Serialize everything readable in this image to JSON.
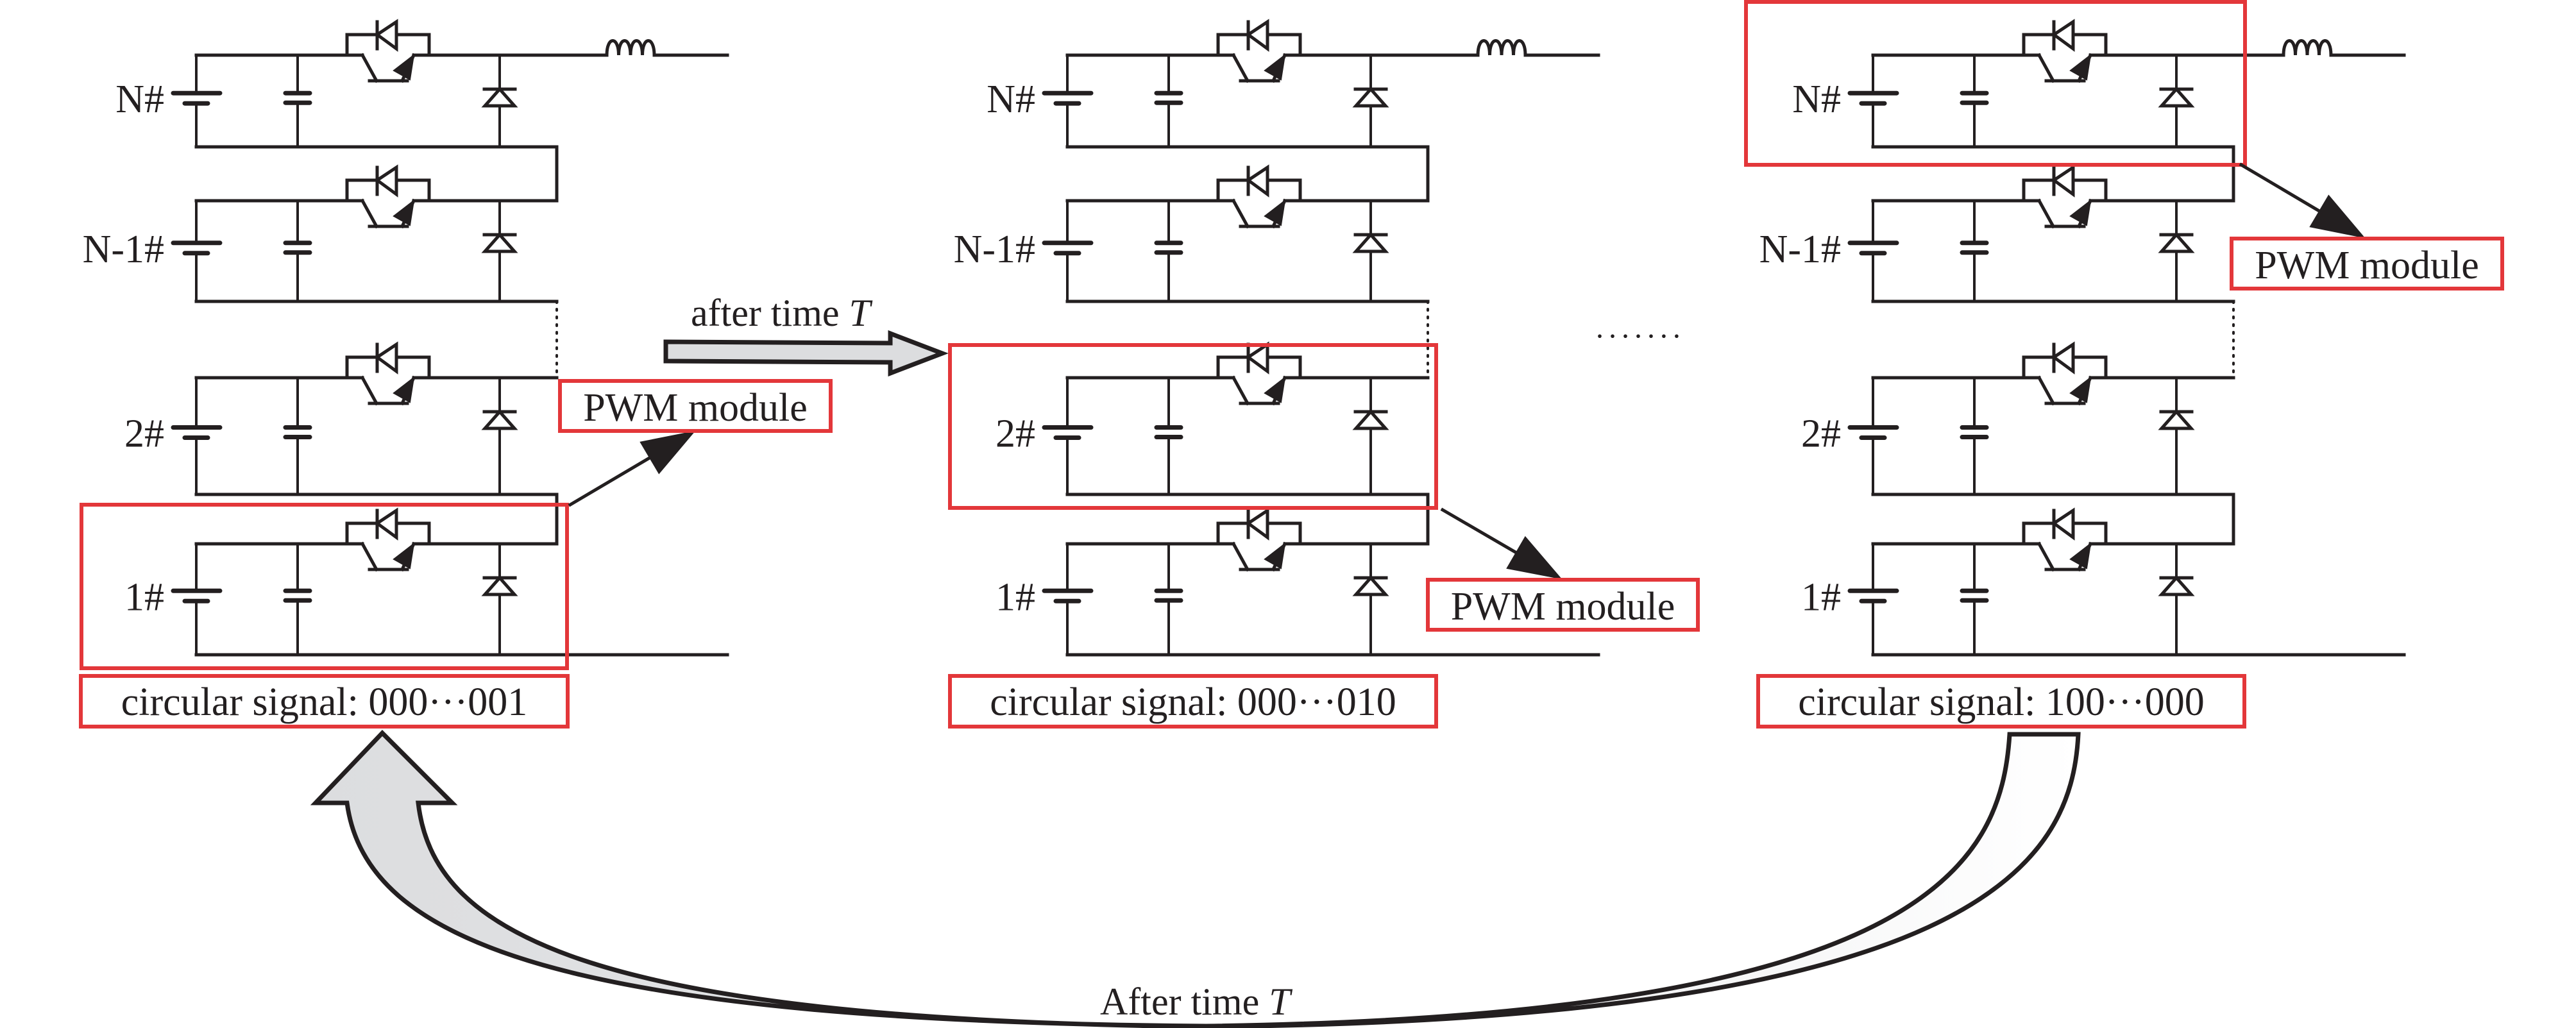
{
  "figure": {
    "description": "Cascaded battery/IGBT modules driven in turn by a PWM module using a circular (ring) selection signal",
    "colors": {
      "highlight_box": "#e3373a",
      "wire": "#231f20",
      "arrow_fill": "#dcdddf"
    }
  },
  "columns": [
    {
      "id": "state-1",
      "modules": [
        {
          "label": "N#",
          "highlighted": false
        },
        {
          "label": "N-1#",
          "highlighted": false
        },
        {
          "label": "2#",
          "highlighted": false
        },
        {
          "label": "1#",
          "highlighted": true
        }
      ],
      "pwm_label": "PWM module",
      "signal_label": "circular signal: 000···001"
    },
    {
      "id": "state-2",
      "modules": [
        {
          "label": "N#",
          "highlighted": false
        },
        {
          "label": "N-1#",
          "highlighted": false
        },
        {
          "label": "2#",
          "highlighted": true
        },
        {
          "label": "1#",
          "highlighted": false
        }
      ],
      "pwm_label": "PWM module",
      "signal_label": "circular signal: 000···010"
    },
    {
      "id": "state-n",
      "modules": [
        {
          "label": "N#",
          "highlighted": true
        },
        {
          "label": "N-1#",
          "highlighted": false
        },
        {
          "label": "2#",
          "highlighted": false
        },
        {
          "label": "1#",
          "highlighted": false
        }
      ],
      "pwm_label": "PWM module",
      "signal_label": "circular signal: 100···000"
    }
  ],
  "transitions": {
    "forward_label_prefix": "after time ",
    "forward_label_var": "T",
    "return_label_prefix": "After time ",
    "return_label_var": "T",
    "ellipsis": "·······"
  },
  "components": {
    "module_parts": [
      "battery-icon",
      "capacitor-icon",
      "igbt-icon",
      "antiparallel-diode-icon",
      "freewheel-diode-icon"
    ],
    "output_part": "inductor-icon"
  }
}
